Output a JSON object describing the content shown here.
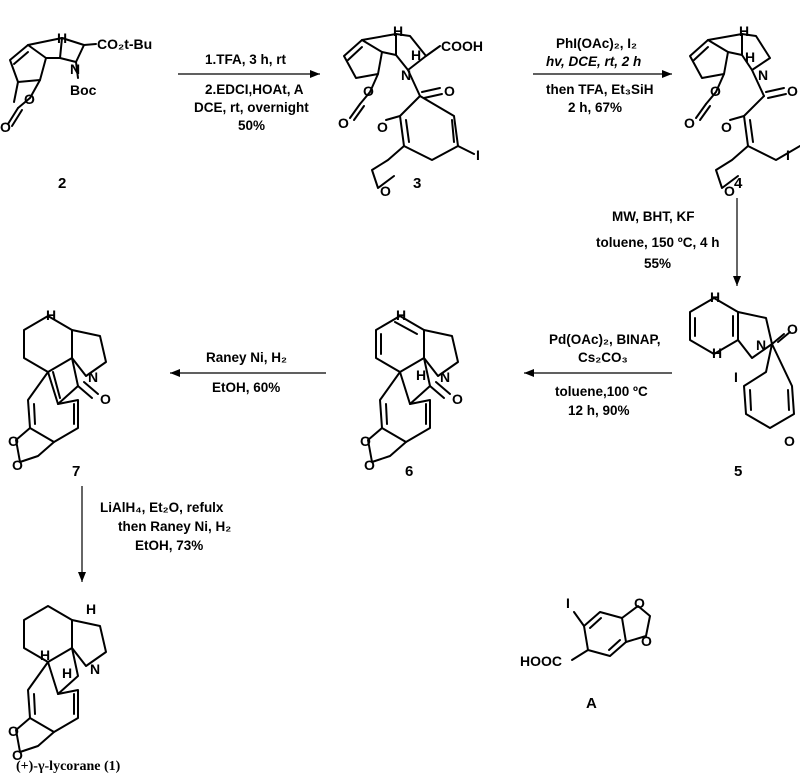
{
  "compounds": {
    "c2": "2",
    "c3": "3",
    "c4": "4",
    "c5": "5",
    "c6": "6",
    "c7": "7",
    "cA": "A",
    "final": "(+)-γ-lycorane (1)"
  },
  "conditions": {
    "step1": [
      "1.TFA, 3 h, rt",
      "2.EDCI,HOAt, A",
      "DCE,  rt, overnight",
      "50%"
    ],
    "step2": [
      "PhI(OAc)₂, I₂",
      "hv, DCE, rt, 2 h",
      "then TFA, Et₃SiH",
      "2 h, 67%"
    ],
    "step3": [
      "MW, BHT, KF",
      "toluene, 150 ºC, 4 h",
      "55%"
    ],
    "step4": [
      "Pd(OAc)₂, BINAP,",
      "Cs₂CO₃",
      "toluene,100 ºC",
      "12 h, 90%"
    ],
    "step5": [
      "Raney Ni, H₂",
      "EtOH, 60%"
    ],
    "step6": [
      "LiAlH₄, Et₂O, refulx",
      "then Raney Ni, H₂",
      "EtOH, 73%"
    ]
  },
  "atoms": {
    "H": "H",
    "N": "N",
    "O": "O",
    "I": "I",
    "co2tbu": "CO₂t-Bu",
    "boc": "Boc",
    "cooh": "COOH",
    "hooc": "HOOC"
  }
}
